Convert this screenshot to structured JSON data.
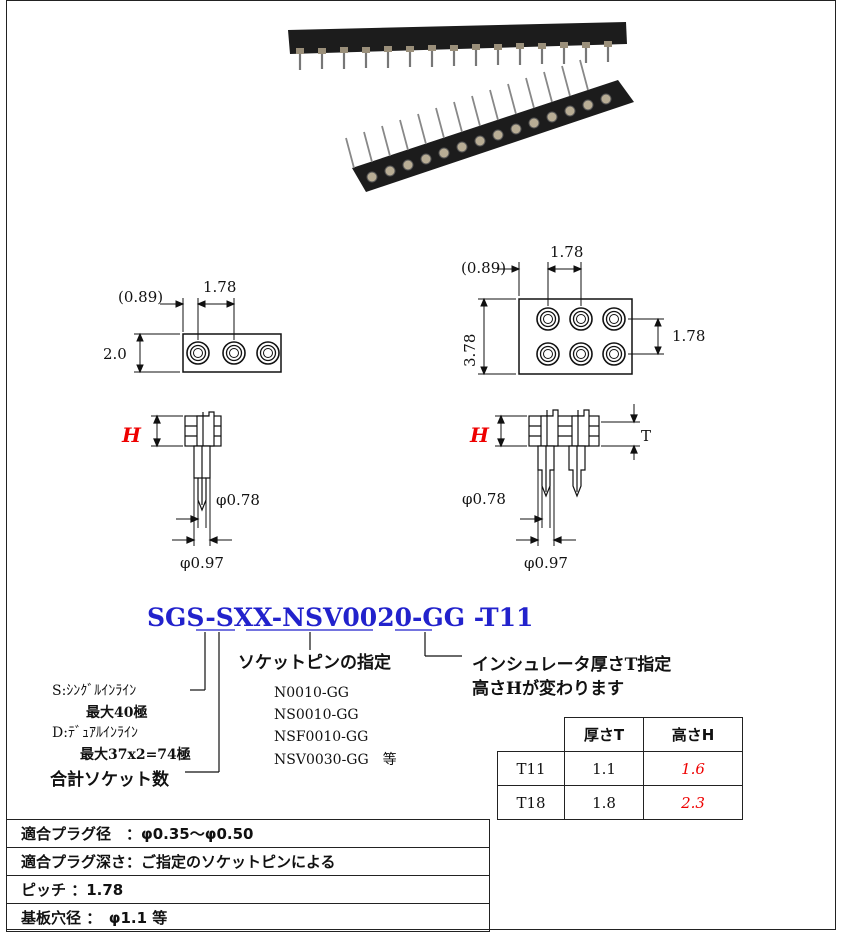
{
  "single_row": {
    "pitch": "1.78",
    "offset": "(0.89)",
    "height": "2.0"
  },
  "dual_row": {
    "pitch": "1.78",
    "offset": "(0.89)",
    "height": "3.78",
    "row_pitch": "1.78"
  },
  "pin_single": {
    "h_label": "H",
    "inner_dia": "φ0.78",
    "outer_dia": "φ0.97"
  },
  "pin_dual": {
    "h_label": "H",
    "t_label": "T",
    "inner_dia": "φ0.78",
    "outer_dia": "φ0.97"
  },
  "part_number": {
    "p1": "SGS-",
    "p2": "SXX",
    "p3": "-",
    "p4": "NSV0020-GG",
    "p5": " -",
    "p6": "T11"
  },
  "notes": {
    "socket_pin_title": "ソケットピンの指定",
    "socket_pins": [
      "N0010-GG",
      "NS0010-GG",
      "NSF0010-GG",
      "NSV0030-GG　等"
    ],
    "insulator_1": "インシュレータ厚さT指定",
    "insulator_2": "高さHが変わります",
    "single_inline": "S:ｼﾝｸﾞﾙｲﾝﾗｲﾝ",
    "single_max": "最大40極",
    "dual_inline": "D:ﾃﾞｭｱﾙｲﾝﾗｲﾝ",
    "dual_max": "最大37x2=74極",
    "total_sockets": "合計ソケット数"
  },
  "h_table": {
    "headers": [
      "",
      "厚さT",
      "高さH"
    ],
    "rows": [
      [
        "T11",
        "1.1",
        "1.6"
      ],
      [
        "T18",
        "1.8",
        "2.3"
      ]
    ]
  },
  "specs": [
    "適合プラグ径　：φ0.35～φ0.50",
    "適合プラグ深さ：ご指定のソケットピンによる",
    "ピッチ ：1.78",
    "基板穴径 ：　φ1.1 等"
  ]
}
